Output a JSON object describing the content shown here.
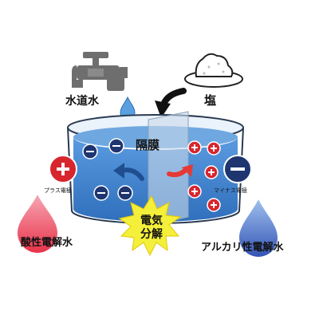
{
  "labels": {
    "tap_water": "水道水",
    "salt": "塩",
    "membrane": "隔膜",
    "plus_electrode": "プラス電極",
    "minus_electrode": "マイナス電極",
    "acidic_water": "酸性電解水",
    "alkaline_water": "アルカリ性電解水",
    "electrolysis_line1": "電気",
    "electrolysis_line2": "分解"
  },
  "symbols": {
    "plus": "+",
    "minus": "−"
  },
  "icons": [
    "faucet-icon",
    "water-drop-icon",
    "salt-pile-icon",
    "curved-arrow-icon",
    "lightning-burst-icon"
  ],
  "colors": {
    "water": "#3a7ec7",
    "water_light": "#6fa8e0",
    "tank_outline": "#2a3a50",
    "cation": "#d7262e",
    "anion": "#1e3570",
    "acid_drop": "#e8334a",
    "alkaline_drop": "#3555b5",
    "burst": "#f4ef3a",
    "faucet": "#6e6e6e",
    "arrow_blue": "#1f4f90",
    "arrow_red": "#e53935"
  }
}
